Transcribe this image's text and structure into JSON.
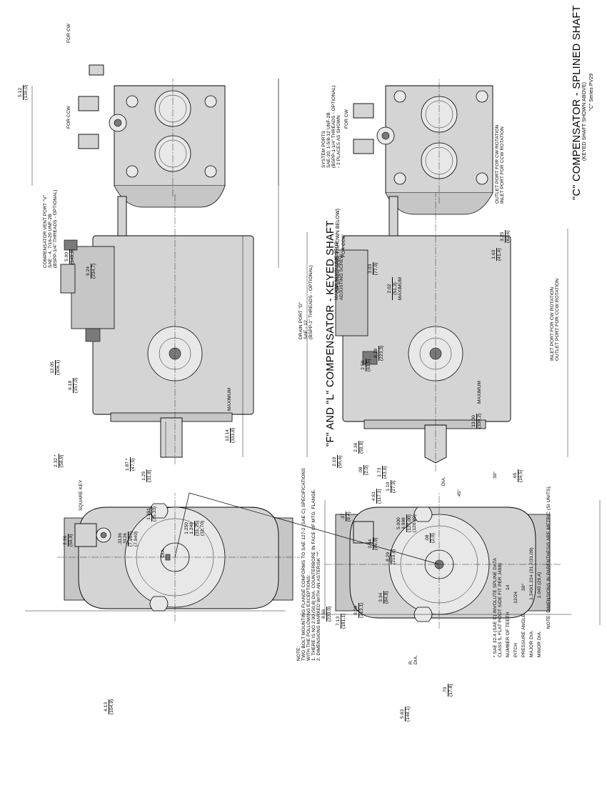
{
  "titles": {
    "keyed": "\"F\" AND \"L\" COMPENSATOR - KEYED SHAFT",
    "keyed_sub": "(SPLINED SHAFT SHOWN BELOW)",
    "splined": "\"C\" COMPENSATOR - SPLINED SHAFT",
    "splined_sub": "(KEYED SHAFT SHOWN ABOVE)",
    "series": "\"C\" Series PV29"
  },
  "notes": {
    "line1": "NOTE:",
    "line2": "TWO BOLT MOUNTING FLANGE CONFORMS TO SAE 127-2 (SAE C) SPECIFICATIONS",
    "line3": "WITH THE FOLLOWING EXCEPTIONS:",
    "line4": "1. THERE IS NO 2.00 (50,8) DIA. COUNTERBORE IN FACE OF MTG. FLANGE.",
    "line5": "2. DIMENSIONS MARKED WITH AN ASTERISK \"*\"."
  },
  "spline": {
    "header1": "* SAE 32-4 (SAE C) INVOLUTE SPLINE DATA",
    "header2": "CLASS 5, FLAT ROOT SIDE FIT PER J498c",
    "rows": [
      {
        "label": "NUMBER OF TEETH",
        "value": "14"
      },
      {
        "label": "PITCH",
        "value": "12/24"
      },
      {
        "label": "PRESSURE ANGLE",
        "value": "30°"
      },
      {
        "label": "MAJOR DIA.",
        "value": "1.240/1.224 (31,7/31,09)"
      },
      {
        "label": "MINOR DIA.",
        "value": "1.040 (26,4)"
      }
    ],
    "footnote": "NOTE: DIMENSIONS IN PARENTHESIS ARE METRIC (SI UNITS)."
  },
  "labels": {
    "for_ccw_top": "FOR CCW",
    "for_cw_top": "FOR CW",
    "vent_port": [
      "COMPENSATOR VENT PORT \"V\"",
      "SAE - 4, 7/16-20 UNF-2B",
      "(BSPP-1/4\" THREADS - OPTIONAL)"
    ],
    "square_key": "SQUARE KEY",
    "maximum": "MAXIMUM",
    "dia": "DIA.",
    "drain_port": [
      "DRAIN PORT \"D\"",
      "SAE - 12",
      "(BSPP-1\" THREADS - OPTIONAL)"
    ],
    "max_volume": [
      "MAXIMUM VOLUME STOP",
      "ADJUSTING SCREW"
    ],
    "system_ports": [
      "SYSTEM PORTS",
      "SAE-20, 1-5/8-12 UNF-2B",
      "(BSPP-1-1/4\" THREADS - OPTIONAL)",
      "- 2 PLACES AS SHOWN"
    ],
    "outlet_cw": "OUTLET PORT FOR CW ROTATION",
    "inlet_ccw": "INLET PORT FOR CCW ROTATION",
    "inlet_cw": "INLET PORT FOR CW ROTATION",
    "outlet_ccw": "OUTLET PORT FOR CCW ROTATION",
    "for_ccw_bot": "FOR CCW",
    "for_cw_bot": "FOR CW",
    "r_dia": [
      "R.",
      "DIA."
    ],
    "angle45": "45°",
    "angle30": "30°"
  },
  "dims": {
    "d512": [
      "5.12",
      "(130,0)"
    ],
    "d590": [
      "5.90",
      "(149,9)"
    ],
    "d924": [
      "9.24",
      "(234,7)"
    ],
    "d1205": [
      "12.05",
      "(306,1)"
    ],
    "d618": [
      "6.18",
      "(157,0)"
    ],
    "d232": [
      "2.32 *",
      "(58,9)"
    ],
    "d187": [
      "1.87 *",
      "(47,5)"
    ],
    "d125": [
      "1.25",
      "(31,8)"
    ],
    "d1314": [
      "13.14",
      "(333,8)"
    ],
    "d1391": [
      "1.391",
      "(35,33)"
    ],
    "d1250": [
      "1.250",
      "1.248",
      "(31,75)",
      "(31,70)"
    ],
    "d3136": [
      ".3136",
      ".3126",
      "(7,965)",
      "(7,940)"
    ],
    "d236": [
      "2.36",
      "(59,9)"
    ],
    "d413": [
      "4.13",
      "(104,9)"
    ],
    "d866": [
      "8.66",
      "(220,0)"
    ],
    "d839": [
      "8.39",
      "(213,1)"
    ],
    "d713": [
      "7.13",
      "(181,1)"
    ],
    "d325": [
      "3.25",
      "(82,6)"
    ],
    "d163": [
      "1.63",
      "(41,4)"
    ],
    "d303": [
      "3.03",
      "(77,0)"
    ],
    "d202": [
      "2.02",
      "(51,3)"
    ],
    "d879": [
      "8.79",
      "(223,3)"
    ],
    "d250": [
      "2.50",
      "(63,5)"
    ],
    "d236b": [
      "2.36",
      "(59,9)"
    ],
    "d219": [
      "2.19",
      "(55,6)"
    ],
    "d08a": [
      ".08",
      "(2,0)"
    ],
    "d173": [
      "1.73",
      "(43,9)"
    ],
    "d110": [
      "1.10",
      "(27,9)"
    ],
    "d1300": [
      "13.00",
      "(330,2)"
    ],
    "d65": [
      ".65",
      "(16,5)"
    ],
    "d37": [
      ".37",
      "(9,4)"
    ],
    "d461": [
      "4.61",
      "(117,1)"
    ],
    "d5000": [
      "5.000",
      "4.998",
      "(127,00)",
      "(126,49)"
    ],
    "d08b": [
      ".08",
      "(2,0)"
    ],
    "d354": [
      "3.54",
      "(89,9)"
    ],
    "d829": [
      "8.29",
      "(210,6)"
    ],
    "d334": [
      "3.34",
      "(84,8)"
    ],
    "d70": [
      ".70",
      "(17,8)"
    ],
    "d583": [
      "5.83",
      "(148,1)"
    ]
  }
}
